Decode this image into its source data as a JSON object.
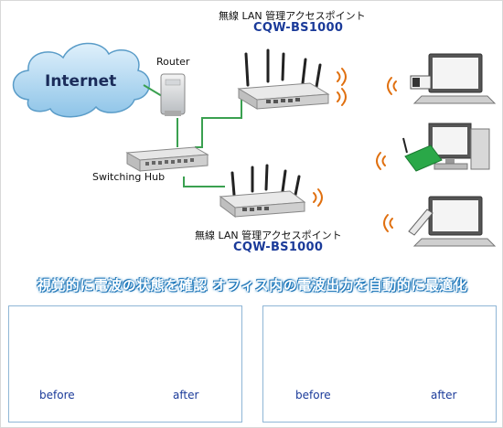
{
  "internet_label": "Internet",
  "router_label": "Router",
  "switch_label": "Switching Hub",
  "ap_top": {
    "name": "無線 LAN 管理アクセスポイント",
    "model": "CQW-BS1000"
  },
  "ap_bottom": {
    "name": "無線 LAN 管理アクセスポイント",
    "model": "CQW-BS1000"
  },
  "banner": "視覚的に電波の状態を確認 オフィス内の電波出力を自動的に最適化",
  "left_panel": {
    "before": "before",
    "after": "after"
  },
  "right_panel": {
    "before": "before",
    "after": "after"
  },
  "colors": {
    "cable": "#3aa050",
    "wave": "#e07010",
    "coverage": "#8f95d6",
    "arrow": "#1f5fb0",
    "model": "#1a3a99"
  }
}
